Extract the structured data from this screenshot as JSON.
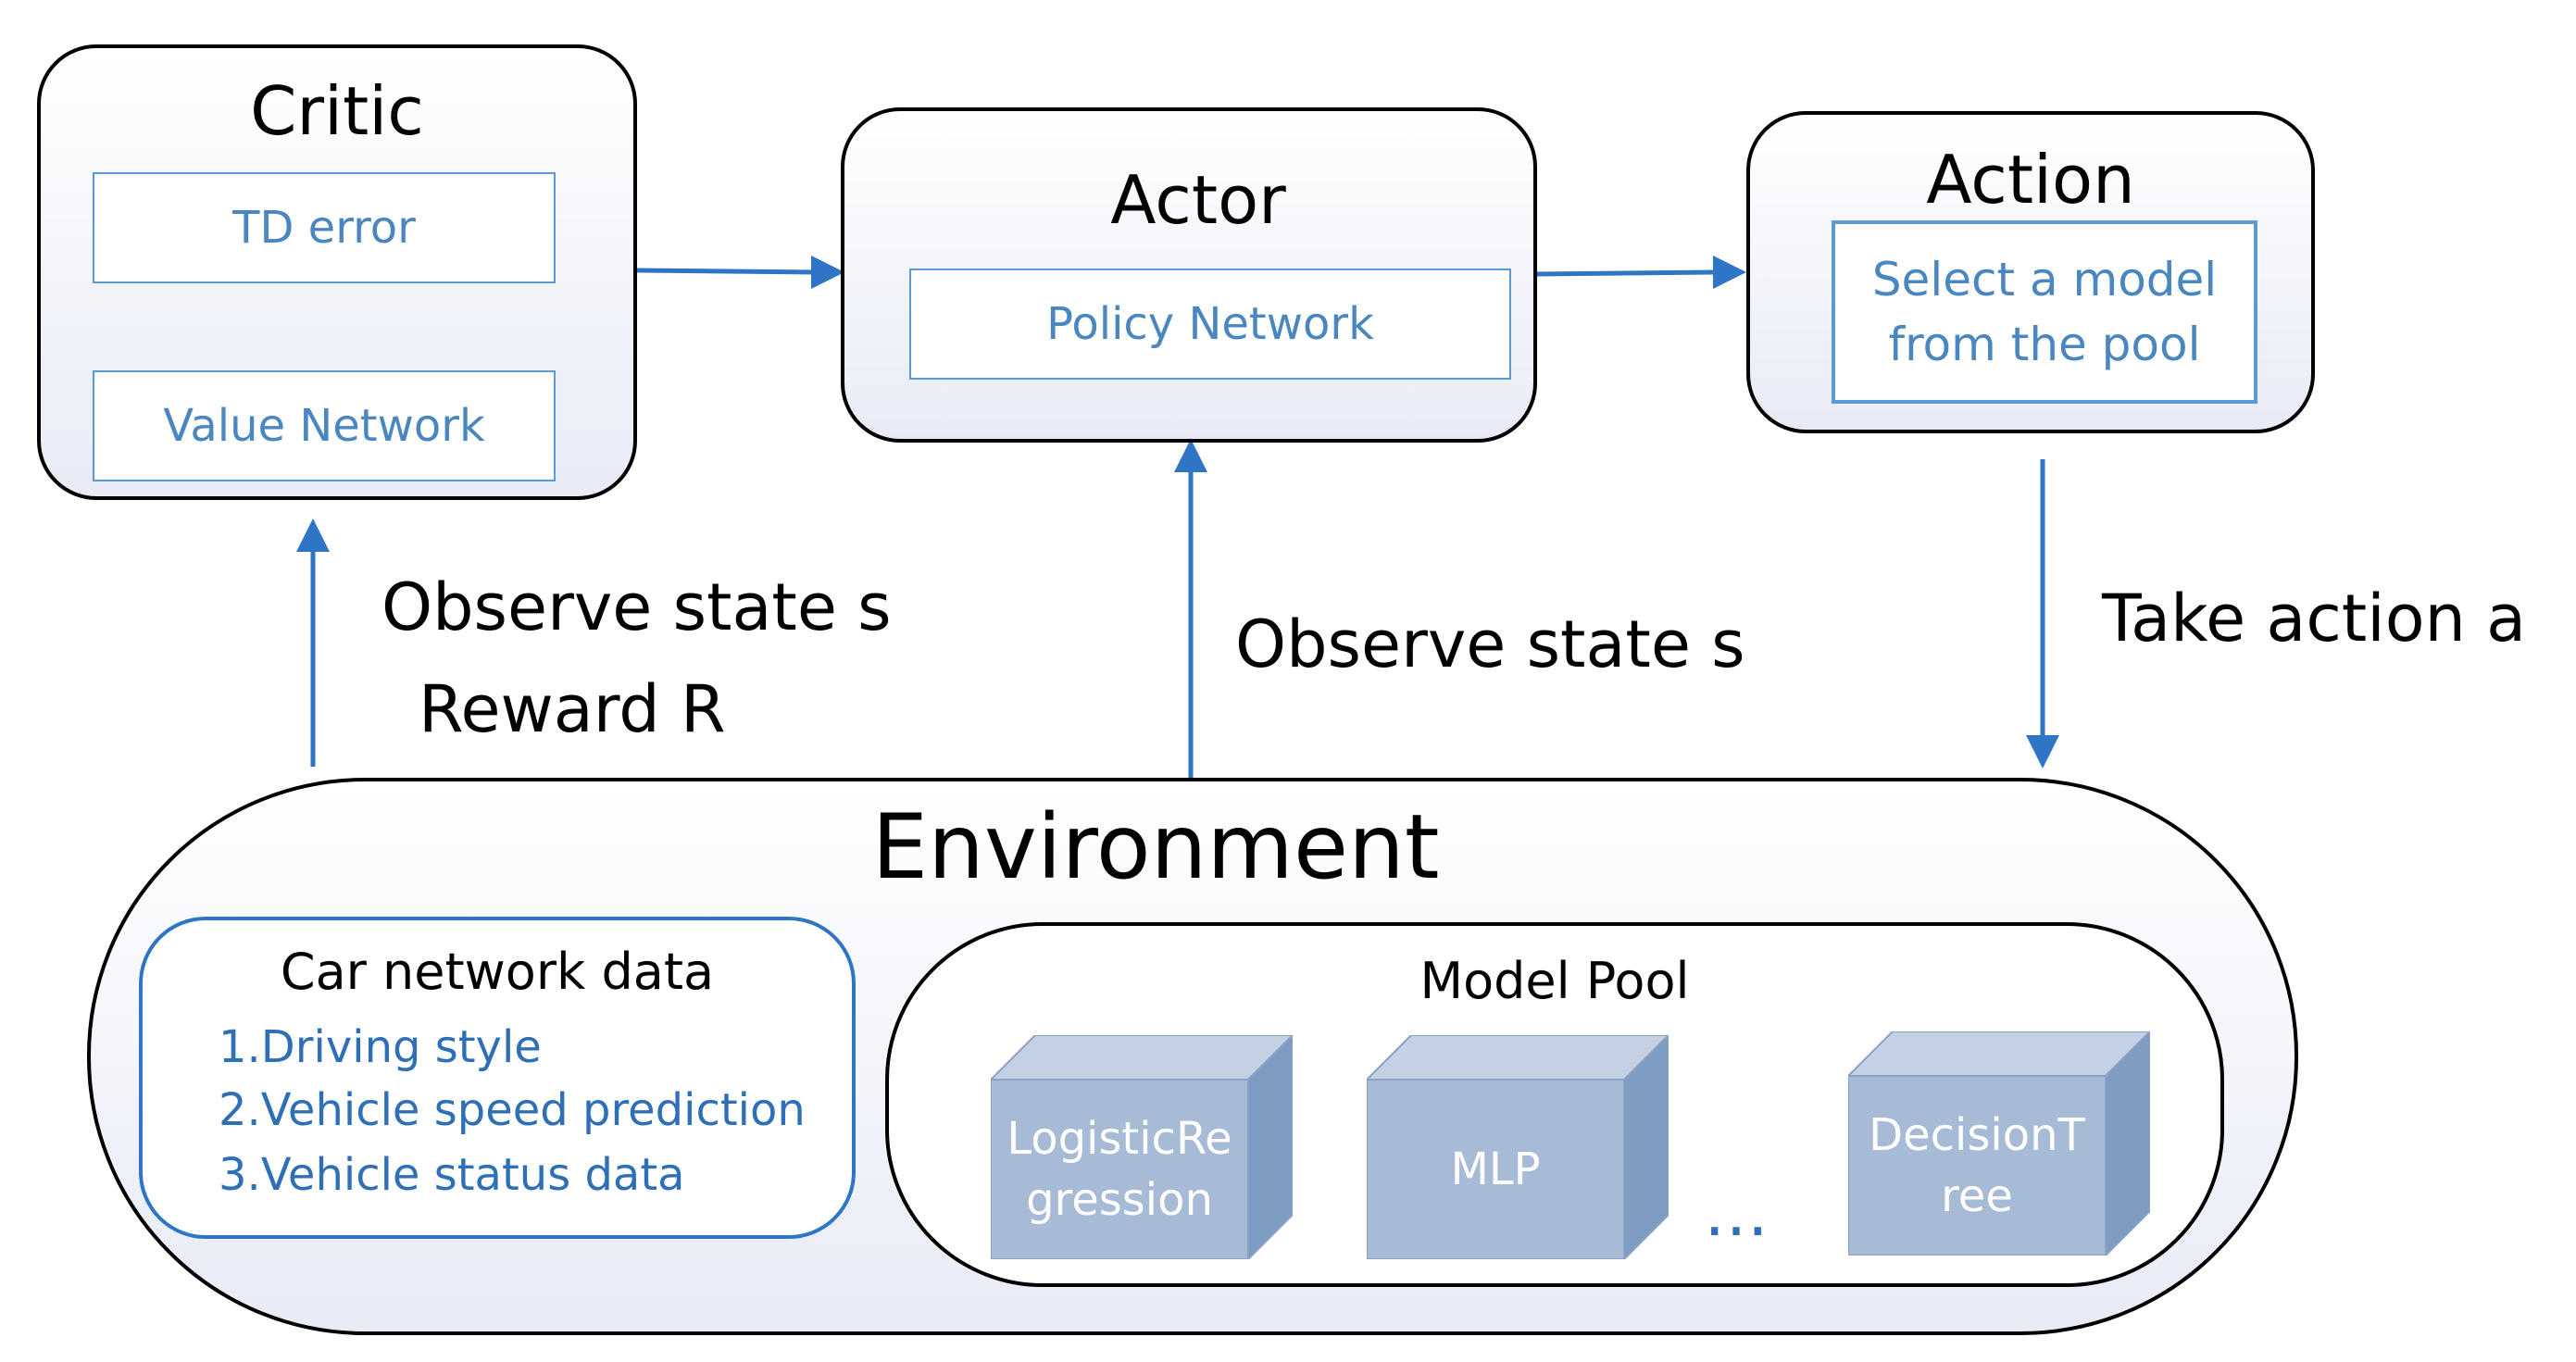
{
  "critic": {
    "title": "Critic",
    "td_error": "TD error",
    "value_network": "Value Network"
  },
  "actor": {
    "title": "Actor",
    "policy_network": "Policy Network"
  },
  "action": {
    "title": "Action",
    "select_line1": "Select a model",
    "select_line2": "from the pool"
  },
  "edges": {
    "critic_observe": "Observe state s",
    "critic_reward": "Reward R",
    "actor_observe": "Observe state s",
    "take_action": "Take action a"
  },
  "environment": {
    "title": "Environment",
    "car_data": {
      "title": "Car network data",
      "items": [
        "1.Driving style",
        "2.Vehicle speed prediction",
        "3.Vehicle status data"
      ]
    },
    "model_pool": {
      "title": "Model Pool",
      "models": [
        {
          "line1": "LogisticRe",
          "line2": "gression"
        },
        {
          "line1": "MLP",
          "line2": ""
        },
        {
          "line1": "DecisionT",
          "line2": "ree"
        }
      ],
      "ellipsis": "…"
    }
  },
  "colors": {
    "arrow": "#2e75c5",
    "inner_border": "#5b9bd5",
    "cube_front": "#a7bad6",
    "cube_text": "#ffffff"
  }
}
